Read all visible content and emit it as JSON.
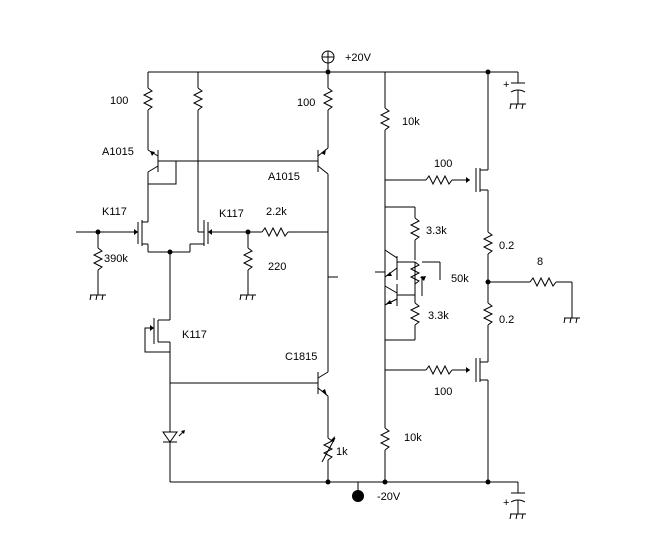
{
  "rails": {
    "positive": "+20V",
    "negative": "-20V"
  },
  "components": {
    "r_top_left": "100",
    "r_top_mid": "100",
    "r_bias_top": "10k",
    "r_bias_bottom": "10k",
    "r_gate_top": "100",
    "r_gate_bottom": "100",
    "r_input": "390k",
    "r_fb_series": "2.2k",
    "r_fb_shunt": "220",
    "r_vbe_top": "3.3k",
    "r_vbe_bottom": "3.3k",
    "pot_vbe": "50k",
    "r_source_top": "0.2",
    "r_source_bottom": "0.2",
    "load": "8",
    "pot_vas": "1k",
    "q_mirror_left": "A1015",
    "q_mirror_right": "A1015",
    "q_diff_left": "K117",
    "q_diff_right": "K117",
    "q_ccs": "K117",
    "q_vas": "C1815",
    "cap_plus_top": "+",
    "cap_plus_bottom": "+"
  }
}
